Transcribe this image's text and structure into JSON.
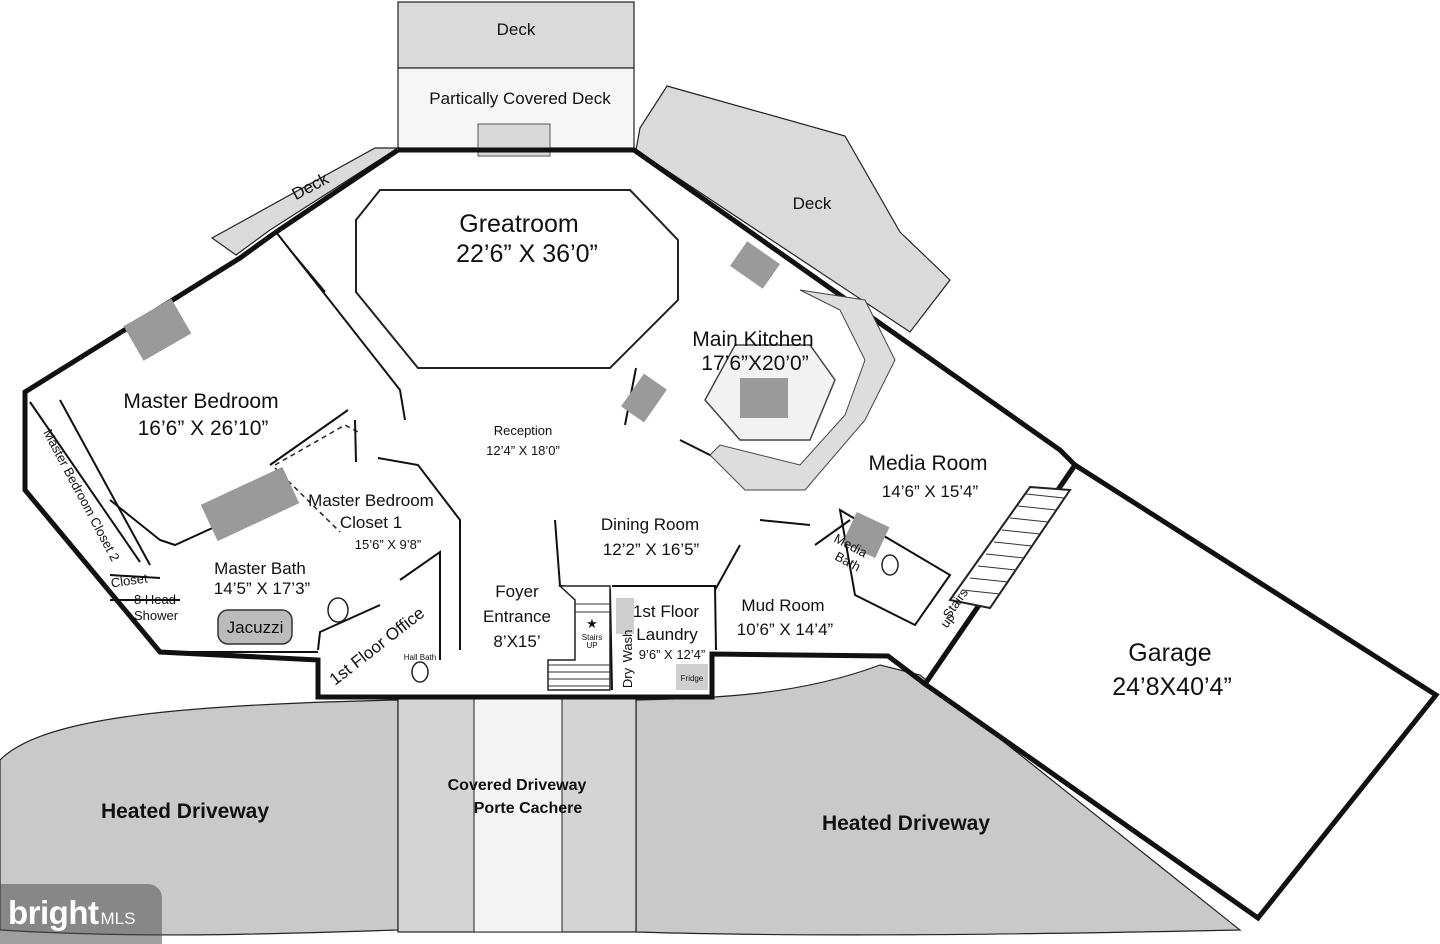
{
  "rooms": {
    "greatroom": {
      "name": "Greatroom",
      "dims": "22’6” X 36’0”"
    },
    "main_kitchen": {
      "name": "Main Kitchen",
      "dims": "17’6”X20’0”"
    },
    "master_bedroom": {
      "name": "Master Bedroom",
      "dims": "16’6” X 26’10”"
    },
    "reception": {
      "name": "Reception",
      "dims": "12’4” X 18’0”"
    },
    "media_room": {
      "name": "Media Room",
      "dims": "14’6” X 15’4”"
    },
    "master_bedroom_closet_1": {
      "name_line1": "Master Bedroom",
      "name_line2": "Closet 1",
      "dims": "15’6” X 9’8”"
    },
    "master_bedroom_closet_2": {
      "name": "Master Bedroom Closet 2"
    },
    "dining_room": {
      "name": "Dining Room",
      "dims": "12’2” X 16’5”"
    },
    "master_bath": {
      "name": "Master Bath",
      "dims": "14’5” X 17’3”"
    },
    "closet": {
      "name": "Closet"
    },
    "shower": {
      "line1": "8 Head",
      "line2": "Shower"
    },
    "jacuzzi": {
      "name": "Jacuzzi"
    },
    "office": {
      "name": "1st Floor Office"
    },
    "hall_bath": {
      "name": "Hall Bath"
    },
    "foyer": {
      "name_line1": "Foyer",
      "name_line2": "Entrance",
      "dims": "8’X15’"
    },
    "laundry": {
      "name_line1": "1st Floor",
      "name_line2": "Laundry",
      "dims": "9’6” X 12’4”",
      "dry": "Dry",
      "wash": "Wash",
      "fridge": "Fridge"
    },
    "stairs_up_foyer": {
      "line1": "Stairs",
      "line2": "UP"
    },
    "mud_room": {
      "name": "Mud Room",
      "dims": "10’6” X 14’4”"
    },
    "media_bath": {
      "line1": "Media",
      "line2": "Bath"
    },
    "stairs_up_media": {
      "line1": "Stairs",
      "line2": "up"
    },
    "garage": {
      "name": "Garage",
      "dims": "24’8X40’4”"
    }
  },
  "outdoor": {
    "deck_top": "Deck",
    "covered_deck": "Partically Covered Deck",
    "deck_left": "Deck",
    "deck_right": "Deck",
    "heated_driveway_left": "Heated Driveway",
    "heated_driveway_right": "Heated Driveway",
    "covered_driveway_line1": "Covered Driveway",
    "covered_driveway_line2": "Porte Cachere"
  },
  "watermark": {
    "brand": "bright",
    "suffix": "MLS"
  },
  "colors": {
    "deck_fill": "#dadada",
    "driveway_fill": "#c9c9c9",
    "fixture_fill": "#9a9a9a",
    "wall": "#111111"
  }
}
